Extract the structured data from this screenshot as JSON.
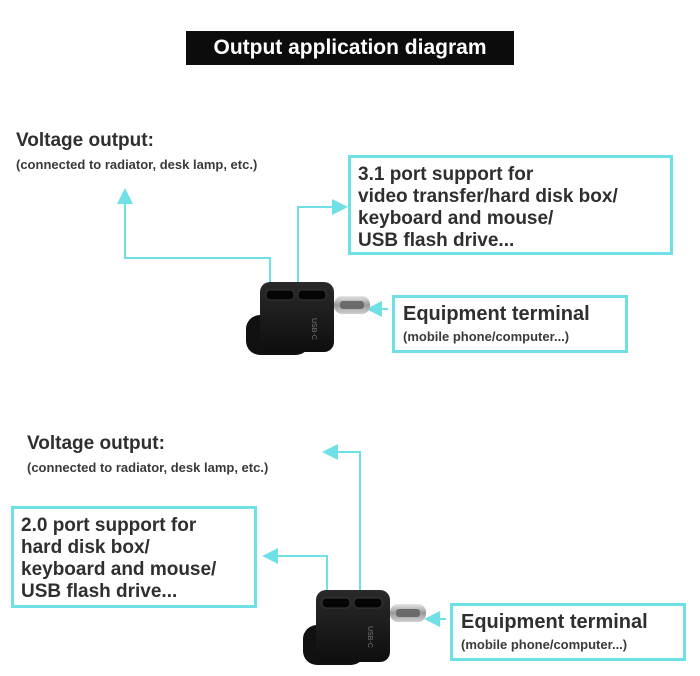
{
  "title": "Output application diagram",
  "colors": {
    "accent": "#6fe0e6",
    "title_bg": "#0c0c0c",
    "device": "#1a1a1a"
  },
  "top": {
    "voltage_heading": "Voltage output:",
    "voltage_sub": "(connected to radiator, desk lamp, etc.)",
    "port_box_lines": [
      "3.1 port support for",
      "video transfer/hard disk box/",
      "keyboard and mouse/",
      "USB flash drive..."
    ],
    "terminal_title": "Equipment terminal",
    "terminal_sub": "(mobile phone/computer...)"
  },
  "bottom": {
    "voltage_heading": "Voltage output:",
    "voltage_sub": "(connected to radiator, desk lamp, etc.)",
    "port_box_lines": [
      "2.0 port support for",
      "hard disk box/",
      "keyboard and mouse/",
      "USB flash drive..."
    ],
    "terminal_title": "Equipment terminal",
    "terminal_sub": "(mobile phone/computer...)"
  }
}
